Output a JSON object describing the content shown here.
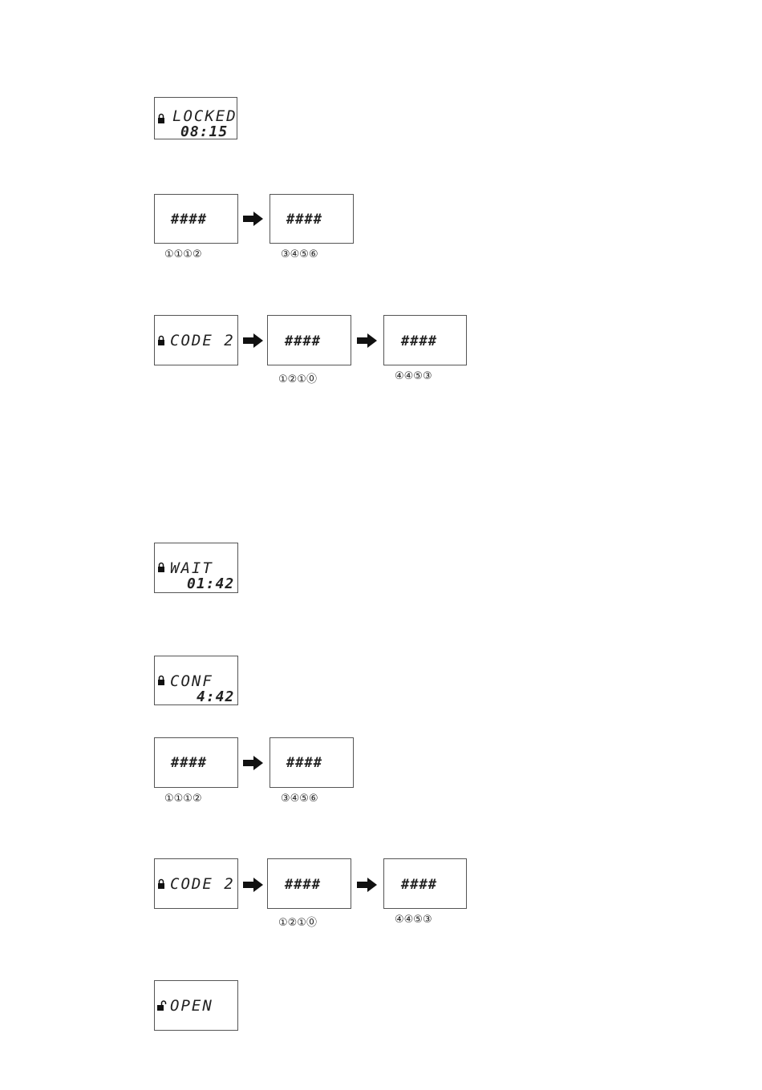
{
  "screens": {
    "locked": {
      "main": "LOCKED",
      "time": "08:15"
    },
    "entry1a": {
      "code": "####",
      "digits": "①①①②"
    },
    "entry1b": {
      "code": "####",
      "digits": "③④⑤⑥"
    },
    "code2_first": {
      "main": "CODE 2"
    },
    "entry2a": {
      "code": "####",
      "digits": "①②①⓪"
    },
    "entry2b": {
      "code": "####",
      "digits": "④④⑤③"
    },
    "wait": {
      "main": "WAIT",
      "time": "01:42"
    },
    "conf": {
      "main": "CONF",
      "time": "4:42"
    },
    "entry3a": {
      "code": "####",
      "digits": "①①①②"
    },
    "entry3b": {
      "code": "####",
      "digits": "③④⑤⑥"
    },
    "code2_second": {
      "main": "CODE 2"
    },
    "entry4a": {
      "code": "####",
      "digits": "①②①⓪"
    },
    "entry4b": {
      "code": "####",
      "digits": "④④⑤③"
    },
    "open": {
      "main": "OPEN"
    }
  },
  "icons": {
    "locked": "padlock-closed-icon",
    "unlocked": "padlock-open-icon",
    "arrow": "right-arrow-icon"
  }
}
